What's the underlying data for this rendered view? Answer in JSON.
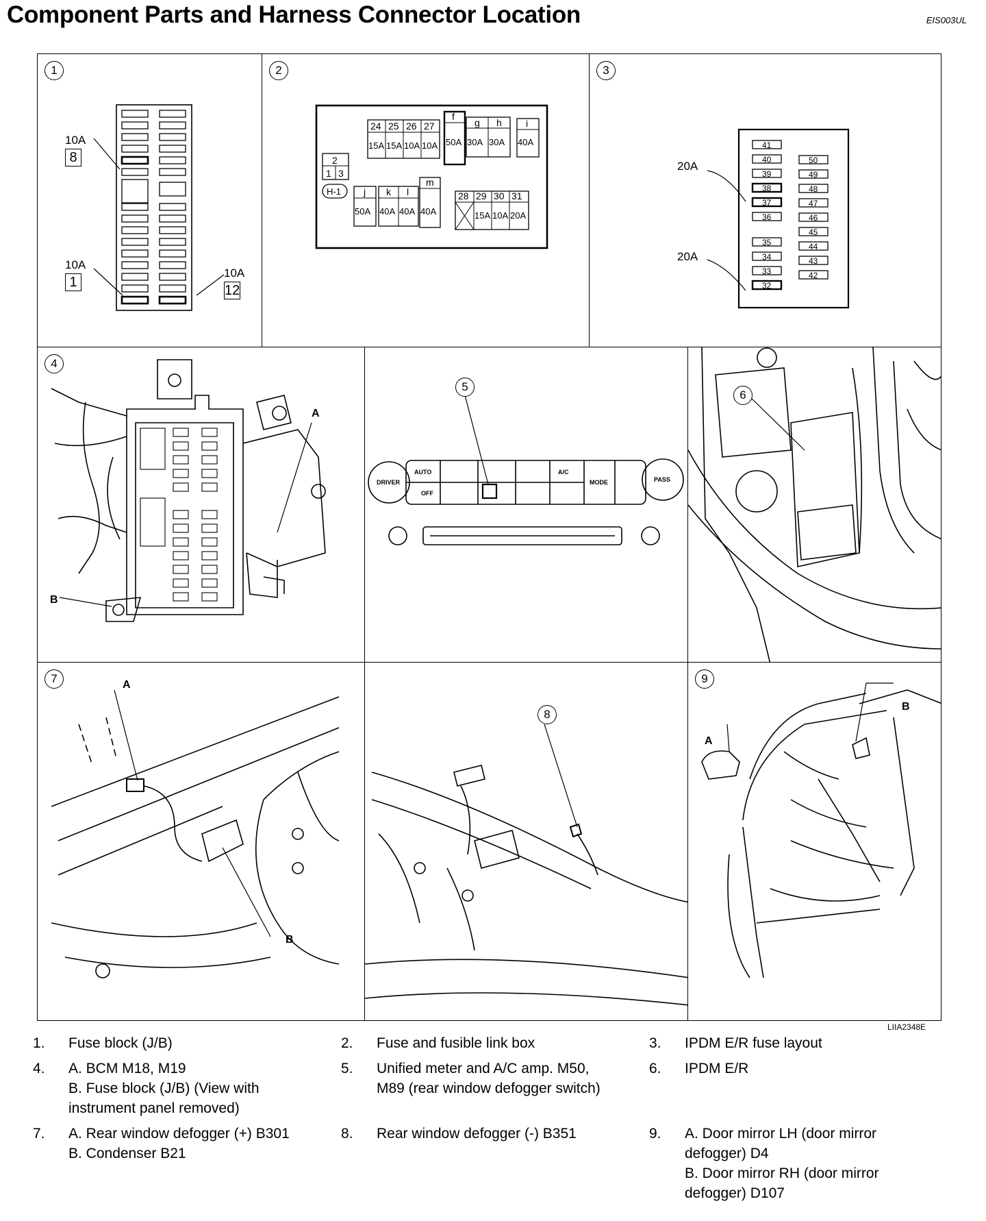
{
  "title": "Component Parts and Harness Connector Location",
  "doc_code": "EIS003UL",
  "image_ref": "LIIA2348E",
  "panels": {
    "p1": {
      "num": "1",
      "label_10a_top": "10A",
      "box_top": "8",
      "label_10a_left": "10A",
      "box_left": "1",
      "label_10a_right": "10A",
      "box_right": "12"
    },
    "p2": {
      "num": "2",
      "top_nums": [
        "24",
        "25",
        "26",
        "27"
      ],
      "top_amps": [
        "15A",
        "15A",
        "10A",
        "10A"
      ],
      "f": "f",
      "g": "g",
      "h": "h",
      "i": "i",
      "f_amp": "50A",
      "g_amp": "30A",
      "h_amp": "30A",
      "i_amp": "40A",
      "two": "2",
      "one": "1",
      "three": "3",
      "h1": "H-1",
      "j": "j",
      "j_amp": "50A",
      "k": "k",
      "l": "l",
      "m": "m",
      "k_amp": "40A",
      "l_amp": "40A",
      "m_amp": "40A",
      "bot_nums": [
        "28",
        "29",
        "30",
        "31"
      ],
      "bot_amps": [
        "15A",
        "10A",
        "20A"
      ]
    },
    "p3": {
      "num": "3",
      "label_top": "20A",
      "label_bot": "20A",
      "left_col": [
        "41",
        "40",
        "39",
        "38",
        "37",
        "36",
        "35",
        "34",
        "33",
        "32"
      ],
      "right_col": [
        "50",
        "49",
        "48",
        "47",
        "46",
        "45",
        "44",
        "43",
        "42"
      ]
    },
    "p4": {
      "num": "4",
      "a": "A",
      "b": "B"
    },
    "p5": {
      "num": "5",
      "driver": "DRIVER",
      "auto": "AUTO",
      "off": "OFF",
      "ac": "A/C",
      "mode": "MODE",
      "pass": "PASS"
    },
    "p6": {
      "num": "6"
    },
    "p7": {
      "num": "7",
      "a": "A",
      "b": "B"
    },
    "p8": {
      "num": "8"
    },
    "p9": {
      "num": "9",
      "a": "A",
      "b": "B"
    }
  },
  "legend": [
    {
      "n": "1.",
      "text": "Fuse block (J/B)"
    },
    {
      "n": "2.",
      "text": "Fuse and fusible link box"
    },
    {
      "n": "3.",
      "text": "IPDM E/R fuse layout"
    },
    {
      "n": "4.",
      "text": "A. BCM M18, M19\nB. Fuse block (J/B) (View with\ninstrument panel removed)"
    },
    {
      "n": "5.",
      "text": "Unified meter and A/C amp. M50,\nM89 (rear window defogger switch)"
    },
    {
      "n": "6.",
      "text": "IPDM E/R"
    },
    {
      "n": "7.",
      "text": "A. Rear window defogger (+) B301\nB. Condenser B21"
    },
    {
      "n": "8.",
      "text": "Rear window defogger (-) B351"
    },
    {
      "n": "9.",
      "text": "A. Door mirror LH (door mirror\ndefogger) D4\nB. Door mirror RH (door mirror\ndefogger) D107"
    }
  ]
}
